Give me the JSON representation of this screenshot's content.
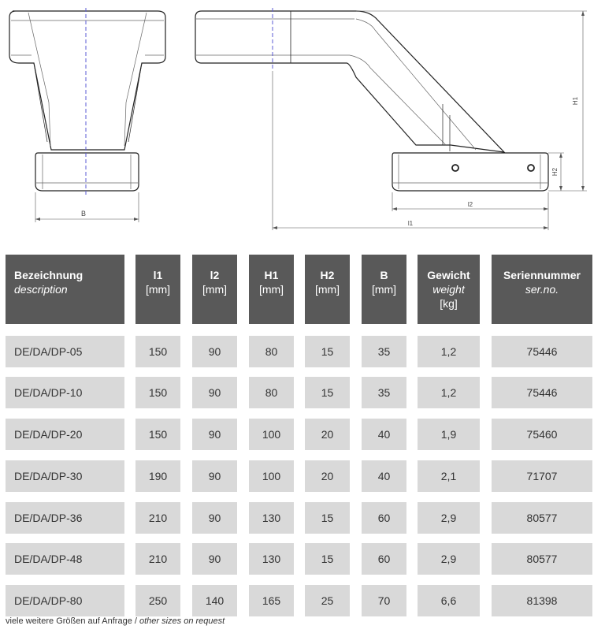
{
  "drawing": {
    "front_view": {
      "dimension_label": "B"
    },
    "side_view": {
      "dimension_labels": [
        "H1",
        "H2",
        "l2",
        "l1"
      ]
    },
    "colors": {
      "centerline": "#5b5bd6",
      "line": "#222222",
      "dim_line": "#555555"
    }
  },
  "table": {
    "headers": [
      {
        "title": "Bezeichnung",
        "subtitle": "description",
        "unit": ""
      },
      {
        "title": "l1",
        "subtitle": "",
        "unit": "[mm]"
      },
      {
        "title": "l2",
        "subtitle": "",
        "unit": "[mm]"
      },
      {
        "title": "H1",
        "subtitle": "",
        "unit": "[mm]"
      },
      {
        "title": "H2",
        "subtitle": "",
        "unit": "[mm]"
      },
      {
        "title": "B",
        "subtitle": "",
        "unit": "[mm]"
      },
      {
        "title": "Gewicht",
        "subtitle": "weight",
        "unit": "[kg]"
      },
      {
        "title": "Seriennummer",
        "subtitle": "ser.no.",
        "unit": ""
      }
    ],
    "rows": [
      [
        "DE/DA/DP-05",
        "150",
        "90",
        "80",
        "15",
        "35",
        "1,2",
        "75446"
      ],
      [
        "DE/DA/DP-10",
        "150",
        "90",
        "80",
        "15",
        "35",
        "1,2",
        "75446"
      ],
      [
        "DE/DA/DP-20",
        "150",
        "90",
        "100",
        "20",
        "40",
        "1,9",
        "75460"
      ],
      [
        "DE/DA/DP-30",
        "190",
        "90",
        "100",
        "20",
        "40",
        "2,1",
        "71707"
      ],
      [
        "DE/DA/DP-36",
        "210",
        "90",
        "130",
        "15",
        "60",
        "2,9",
        "80577"
      ],
      [
        "DE/DA/DP-48",
        "210",
        "90",
        "130",
        "15",
        "60",
        "2,9",
        "80577"
      ],
      [
        "DE/DA/DP-80",
        "250",
        "140",
        "165",
        "25",
        "70",
        "6,6",
        "81398"
      ]
    ],
    "colors": {
      "header_bg": "#595959",
      "header_text": "#ffffff",
      "row_bg": "#d9d9d9",
      "row_text": "#333333"
    }
  },
  "footnote": {
    "german": "viele weitere Größen auf Anfrage / ",
    "english": "other sizes on request"
  }
}
